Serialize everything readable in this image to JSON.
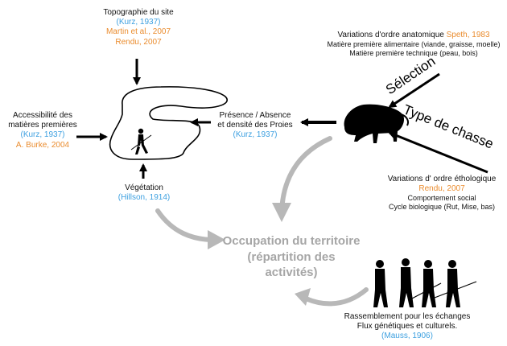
{
  "topographie": {
    "title": "Topographie du site",
    "ref1": "(Kurz, 1937)",
    "ref2": "Martin et al., 2007",
    "ref3": "Rendu, 2007"
  },
  "accessibilite": {
    "line1": "Accessibilité des",
    "line2": "matières premières",
    "ref1": "(Kurz, 1937)",
    "ref2": "A. Burke, 2004"
  },
  "vegetation": {
    "title": "Végétation",
    "ref": "(Hillson, 1914)"
  },
  "presence": {
    "line1": "Présence / Absence",
    "line2": "et densité des Proies",
    "ref": "(Kurz, 1937)"
  },
  "anatomique": {
    "title": "Variations d'ordre anatomique",
    "ref": "Speth, 1983",
    "line1": "Matière première alimentaire (viande, graisse, moelle)",
    "line2": "Matière première technique (peau, bois)"
  },
  "selection_label": "Sélection",
  "chasse_label": "Type de chasse",
  "ethologique": {
    "title": "Variations d' ordre éthologique",
    "ref": "Rendu, 2007",
    "line1": "Comportement social",
    "line2": "Cycle biologique (Rut, Mise, bas)"
  },
  "occupation": {
    "line1": "Occupation du territoire",
    "line2": "(répartition des",
    "line3": "activités)"
  },
  "rassemblement": {
    "line1": "Rassemblement pour les échanges",
    "line2": "Flux génétiques et culturels.",
    "ref": "(Mauss, 1906)"
  },
  "colors": {
    "reference_blue": "#3da0e0",
    "reference_orange": "#ea8c2e",
    "cycle_arrow_gray": "#b8b8b8"
  },
  "icons": [
    "cave-outline",
    "hunter-figure",
    "bison-silhouette",
    "human-group-silhouettes"
  ]
}
